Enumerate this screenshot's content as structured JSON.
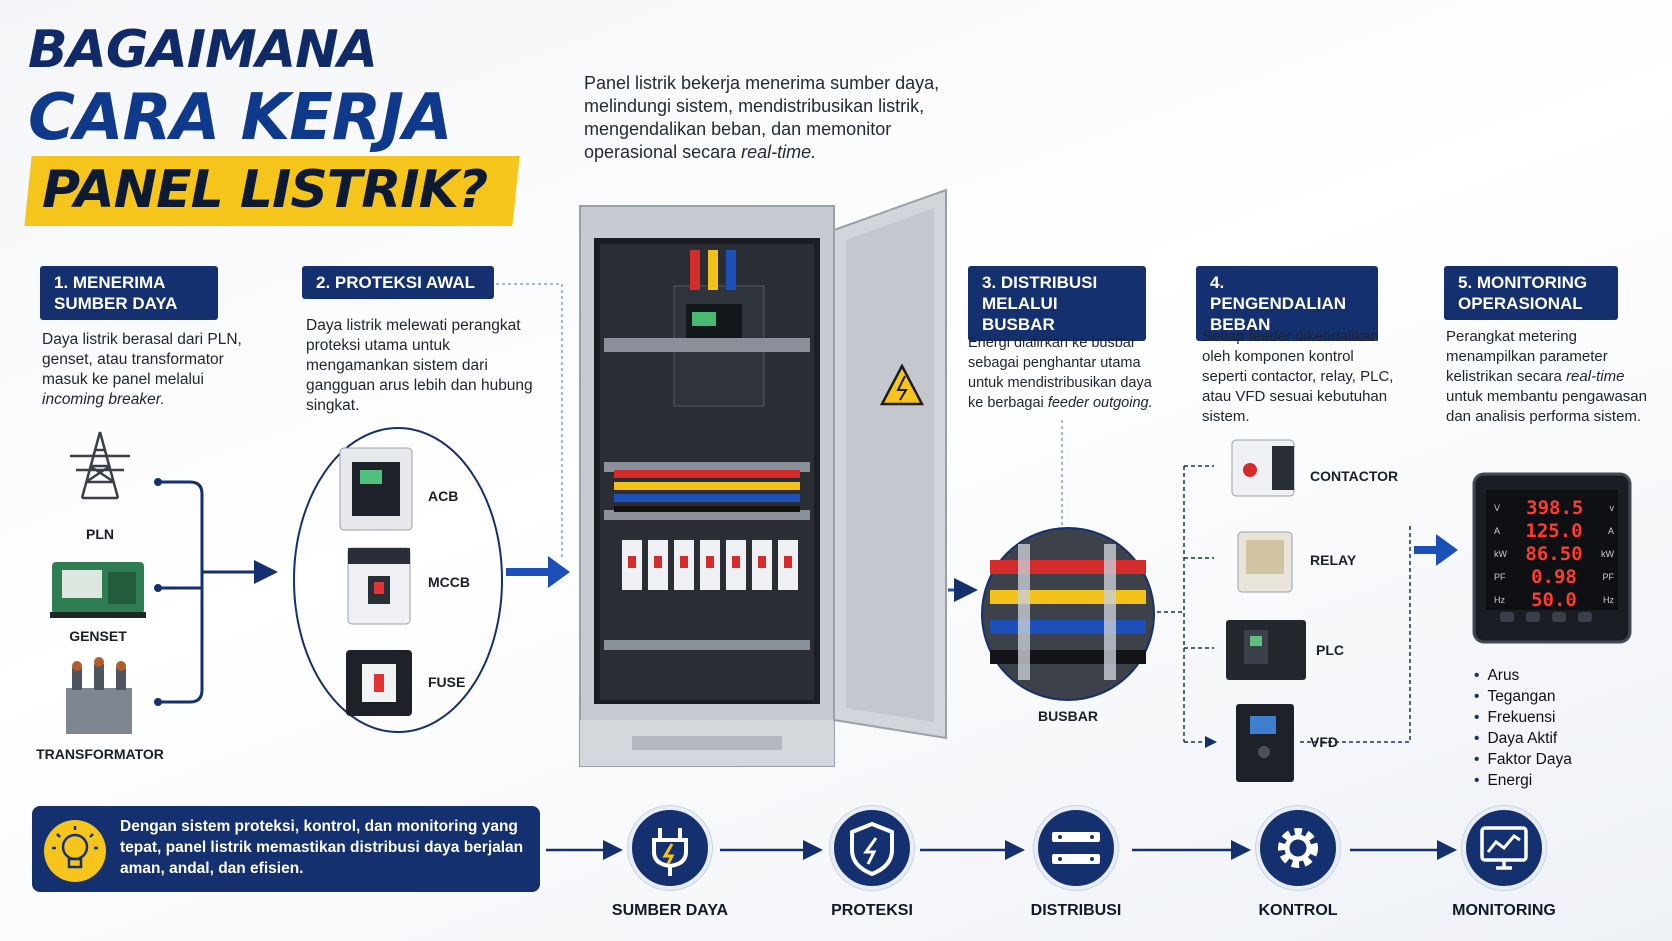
{
  "title": {
    "line1": "BAGAIMANA",
    "line2": "CARA KERJA",
    "line3": "PANEL LISTRIK?"
  },
  "intro": {
    "text": "Panel listrik bekerja menerima sumber daya, melindungi sistem, mendistribusikan listrik, mengendalikan beban, dan memonitor operasional secara",
    "emphasis": "real-time."
  },
  "steps": [
    {
      "heading": "1. MENERIMA SUMBER DAYA",
      "desc": "Daya listrik berasal dari PLN, genset, atau transformator masuk ke panel melalui",
      "desc_em": "incoming breaker."
    },
    {
      "heading": "2. PROTEKSI AWAL",
      "desc": "Daya listrik melewati perangkat proteksi utama untuk mengamankan sistem dari gangguan arus lebih dan hubung singkat.",
      "desc_em": ""
    },
    {
      "heading": "3. DISTRIBUSI MELALUI BUSBAR",
      "desc": "Energi dialirkan ke busbar sebagai penghantar utama untuk mendistribusikan daya ke berbagai",
      "desc_em": "feeder outgoing."
    },
    {
      "heading": "4. PENGENDALIAN BEBAN",
      "desc": "Setiap feeder dikendalikan oleh komponen kontrol seperti contactor, relay, PLC, atau VFD sesuai kebutuhan sistem.",
      "desc_em": ""
    },
    {
      "heading": "5. MONITORING OPERASIONAL",
      "desc_pre": "Perangkat metering menampilkan parameter kelistrikan secara",
      "desc_em": "real-time",
      "desc": "untuk membantu pengawasan dan analisis performa sistem."
    }
  ],
  "sources": [
    "PLN",
    "GENSET",
    "TRANSFORMATOR"
  ],
  "protection": [
    "ACB",
    "MCCB",
    "FUSE"
  ],
  "busbar_label": "BUSBAR",
  "controls": [
    "CONTACTOR",
    "RELAY",
    "PLC",
    "VFD"
  ],
  "meter": {
    "readings": [
      "398.5",
      "125.0",
      "86.50",
      "0.98",
      "50.0"
    ],
    "left_units": [
      "V",
      "A",
      "kW",
      "PF",
      "Hz"
    ],
    "right_units": [
      "v",
      "A",
      "kW",
      "PF",
      "Hz"
    ]
  },
  "parameters": [
    "Arus",
    "Tegangan",
    "Frekuensi",
    "Daya Aktif",
    "Faktor Daya",
    "Energi"
  ],
  "summary": "Dengan sistem proteksi, kontrol, dan monitoring yang tepat, panel listrik memastikan distribusi daya berjalan aman, andal, dan efisien.",
  "flow": [
    "SUMBER DAYA",
    "PROTEKSI",
    "DISTRIBUSI",
    "KONTROL",
    "MONITORING"
  ],
  "colors": {
    "navy": "#14306e",
    "yellow": "#f6c51c",
    "red": "#d42b2b",
    "blue": "#1d4fb8"
  }
}
